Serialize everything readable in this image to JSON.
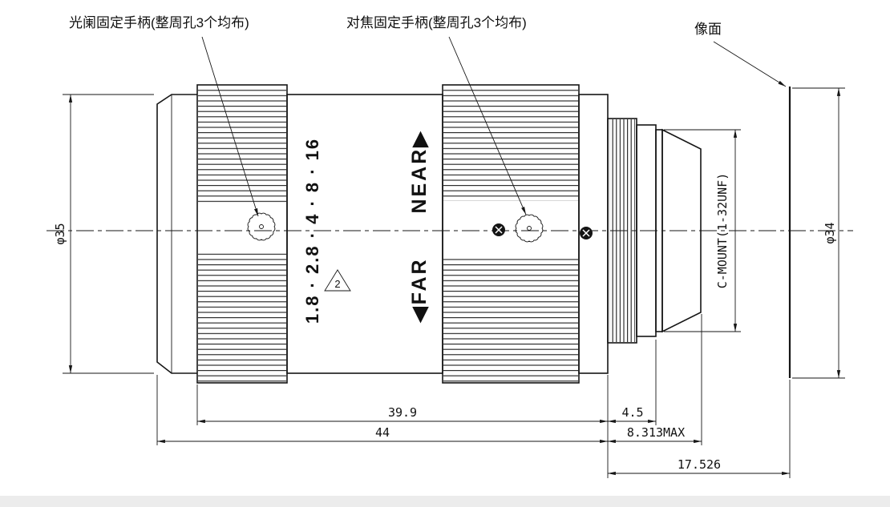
{
  "drawing": {
    "callouts": {
      "aperture_handle": "光阑固定手柄(整周孔3个均布)",
      "focus_handle": "对焦固定手柄(整周孔3个均布)",
      "image_plane": "像面"
    },
    "markings": {
      "aperture_scale": "1.8 · 2.8  ·  4 · 8 · 16",
      "far": "◀FAR",
      "near": "NEAR▶",
      "revision_flag": "2",
      "mount_thread": "C-MOUNT(1-32UNF)"
    },
    "dimensions": {
      "front_diameter": "φ35",
      "image_diameter": "φ34",
      "barrel_length": "39.9",
      "total_length": "44",
      "lock_ring_width": "4.5",
      "mount_protrusion": "8.313MAX",
      "flange_focal_distance": "17.526"
    }
  }
}
